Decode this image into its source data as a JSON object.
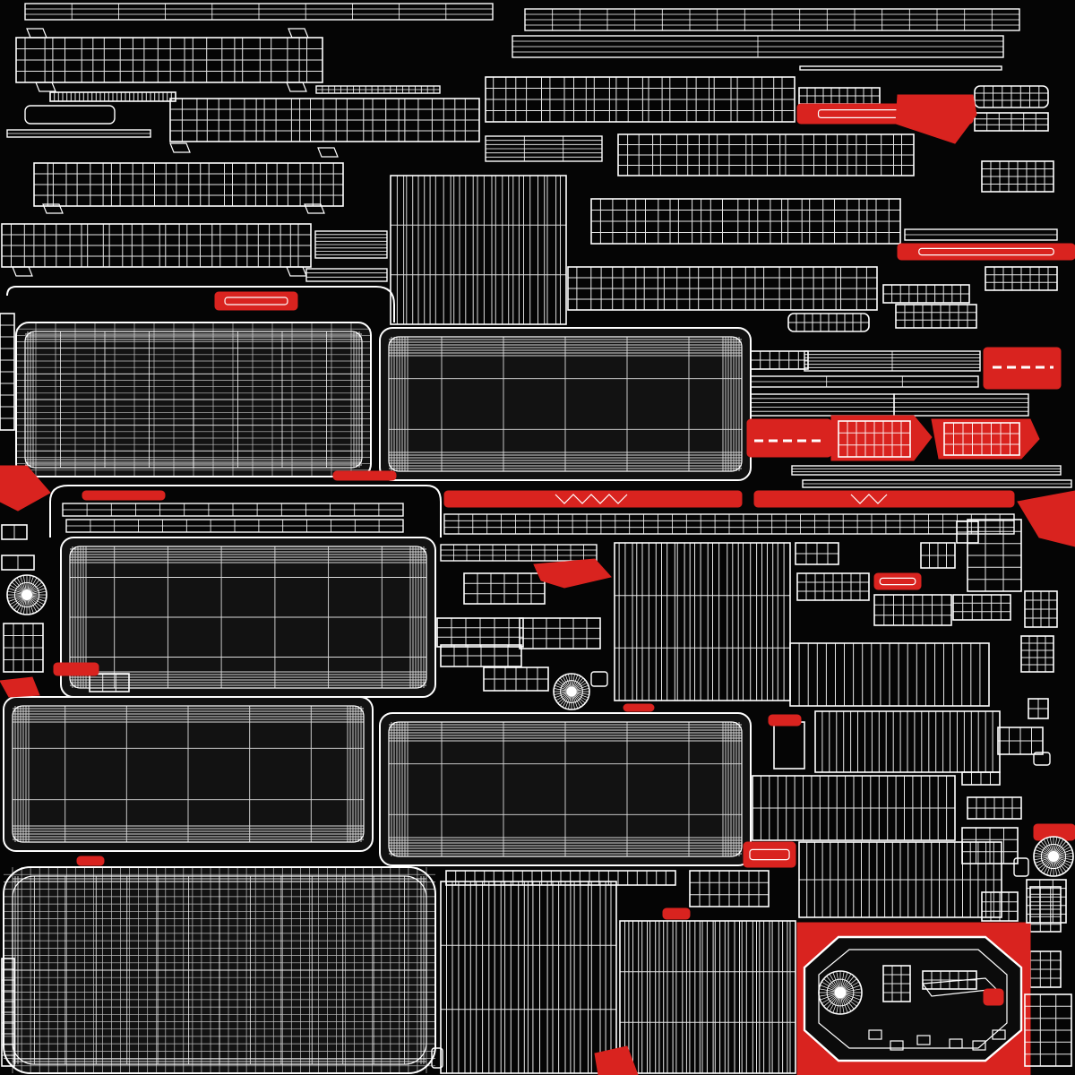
{
  "sheet": {
    "kind": "uv-wireframe-layout",
    "visible_text": []
  },
  "colors": {
    "background": "#050505",
    "wire": "#ffffff",
    "highlight": "#d9231f",
    "shadow_fill": "#121212"
  },
  "regions": {
    "large_panels": 9,
    "red_highlight_islands": 24,
    "round_hub_islands": 4
  }
}
